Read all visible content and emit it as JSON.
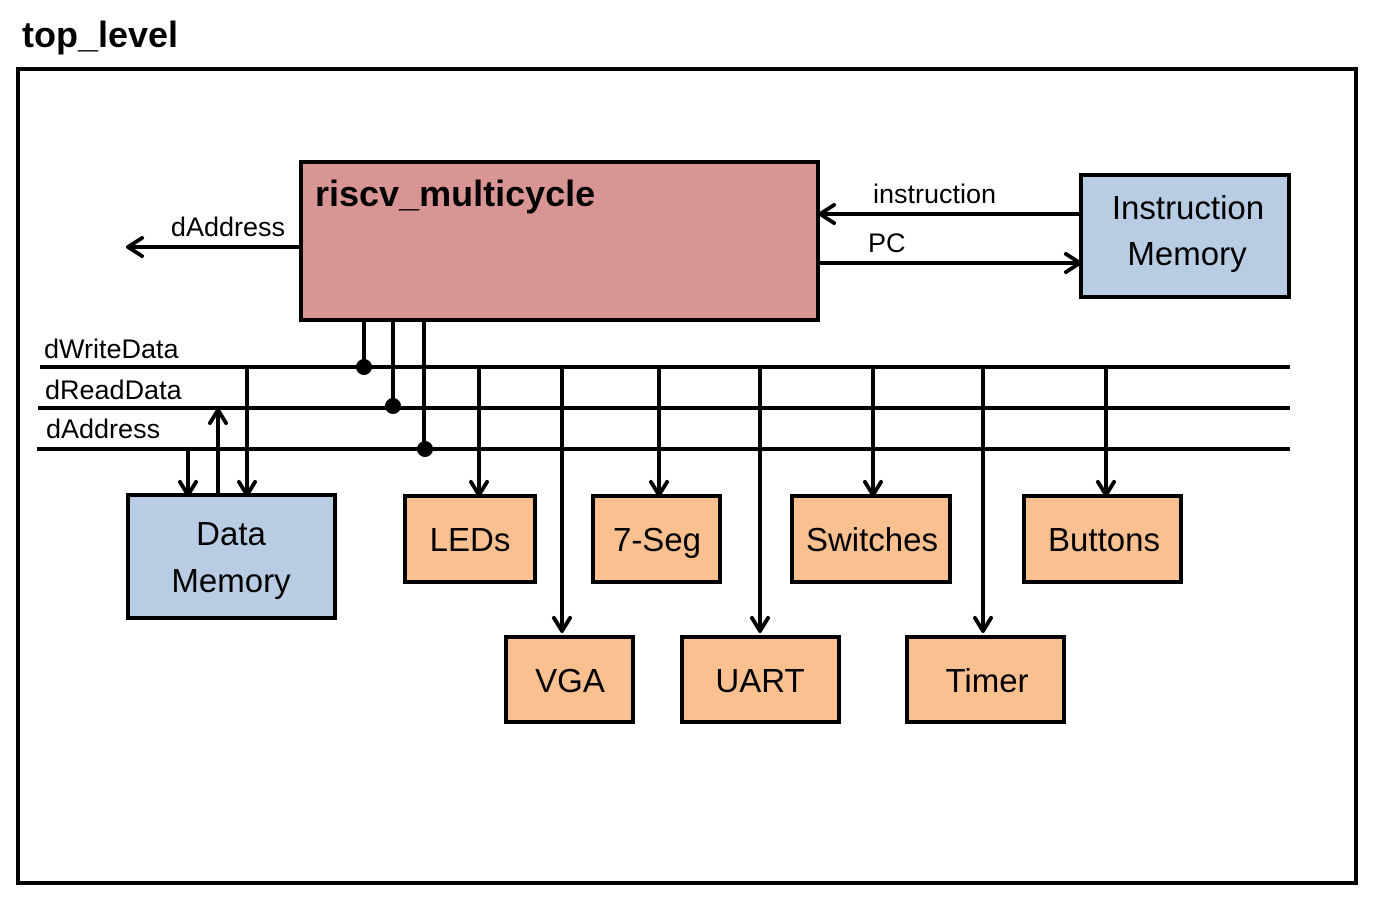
{
  "title": "top_level",
  "colors": {
    "cpu_fill": "#d99594",
    "memory_fill": "#b8cce4",
    "peripheral_fill": "#fac090",
    "line": "#000000"
  },
  "cpu": {
    "label": "riscv_multicycle"
  },
  "instruction_memory": {
    "line1": "Instruction",
    "line2": "Memory"
  },
  "data_memory": {
    "line1": "Data",
    "line2": "Memory"
  },
  "signals": {
    "instruction": "instruction",
    "pc": "PC",
    "daddress_out": "dAddress"
  },
  "buses": [
    {
      "label": "dWriteData"
    },
    {
      "label": "dReadData"
    },
    {
      "label": "dAddress"
    }
  ],
  "peripherals": [
    {
      "label": "LEDs"
    },
    {
      "label": "7-Seg"
    },
    {
      "label": "Switches"
    },
    {
      "label": "Buttons"
    },
    {
      "label": "VGA"
    },
    {
      "label": "UART"
    },
    {
      "label": "Timer"
    }
  ]
}
